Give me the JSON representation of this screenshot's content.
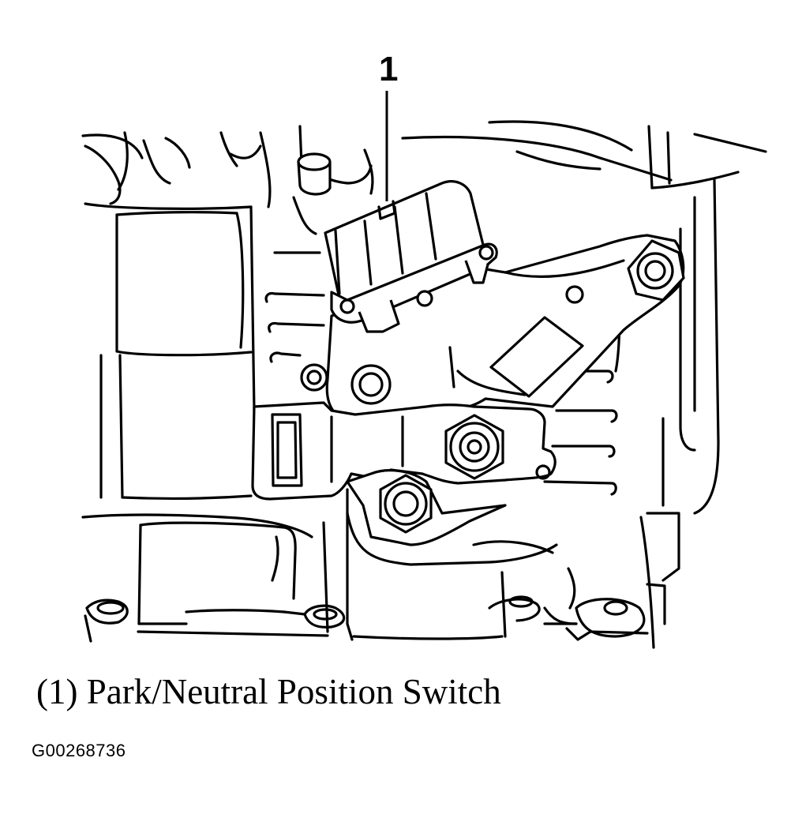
{
  "figure": {
    "callout_number": "1",
    "caption": "(1) Park/Neutral Position Switch",
    "figure_id": "G00268736"
  },
  "parts": [
    {
      "callout": "1",
      "name": "Park/Neutral Position Switch"
    }
  ],
  "icons": [
    "transmission-case-icon",
    "switch-connector-icon",
    "hex-nut-icon",
    "bolt-icon",
    "bracket-icon"
  ]
}
